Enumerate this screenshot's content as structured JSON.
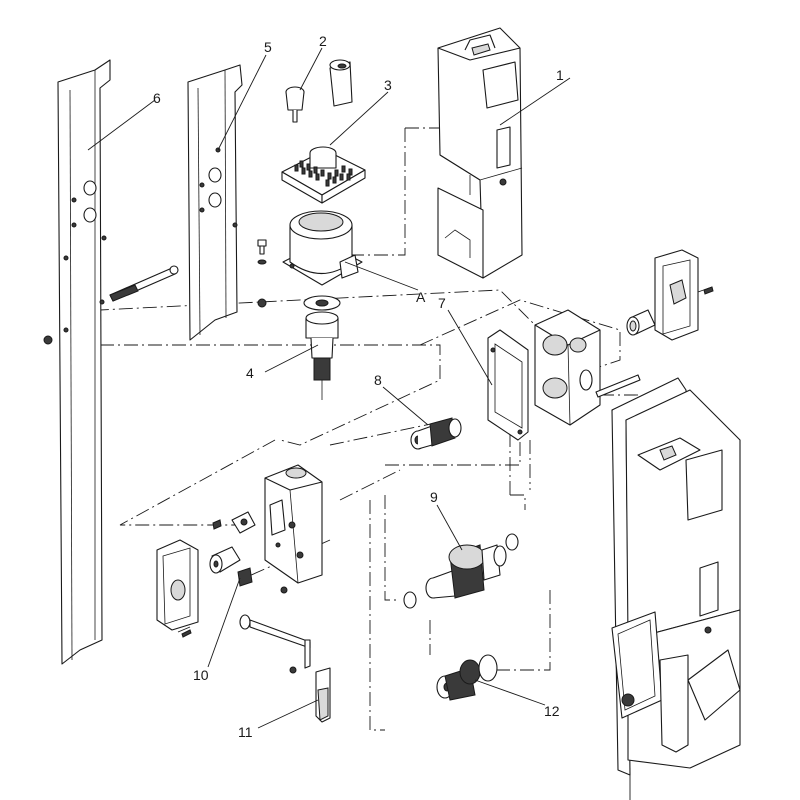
{
  "callouts": {
    "c1": "1",
    "c2": "2",
    "c3": "3",
    "c4": "4",
    "c5": "5",
    "c6": "6",
    "c7": "7",
    "c8": "8",
    "c9": "9",
    "c10": "10",
    "c11": "11",
    "c12": "12",
    "cA": "A"
  }
}
